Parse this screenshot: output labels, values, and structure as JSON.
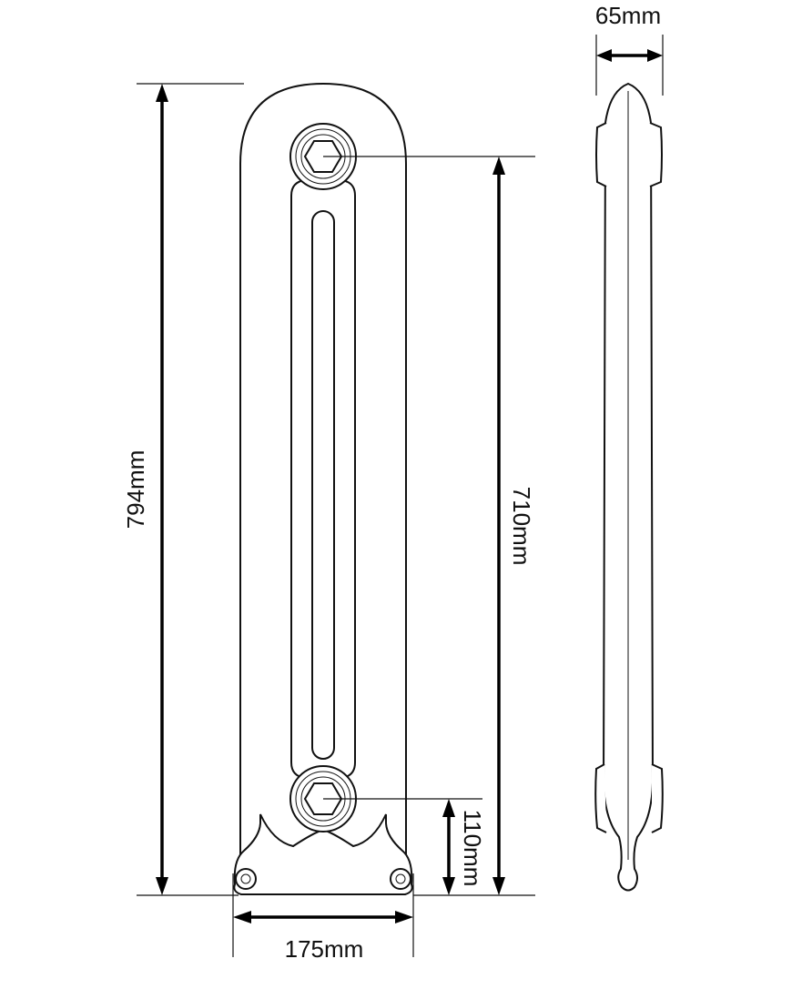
{
  "dimensions": {
    "width_top": "65mm",
    "height_total": "794mm",
    "pipe_centres": "710mm",
    "lower_inlet": "110mm",
    "width_base": "175mm"
  }
}
